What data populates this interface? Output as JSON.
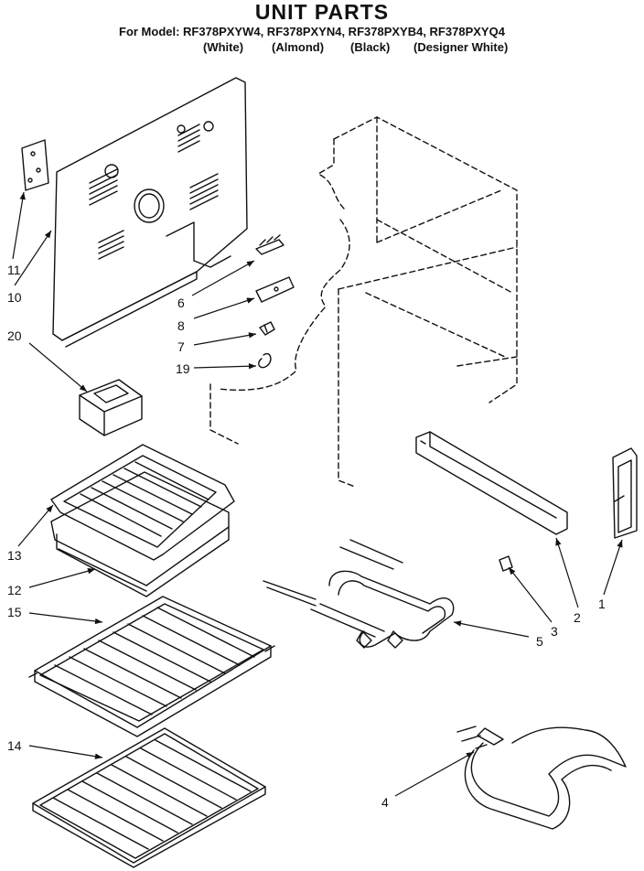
{
  "header": {
    "title": "UNIT PARTS",
    "models": "For Model: RF378PXYW4, RF378PXYN4, RF378PXYB4, RF378PXYQ4",
    "colors": [
      "(White)",
      "(Almond)",
      "(Black)",
      "(Designer White)"
    ]
  },
  "callouts": [
    "1",
    "2",
    "3",
    "4",
    "5",
    "6",
    "7",
    "8",
    "10",
    "11",
    "12",
    "13",
    "14",
    "15",
    "19",
    "20"
  ]
}
